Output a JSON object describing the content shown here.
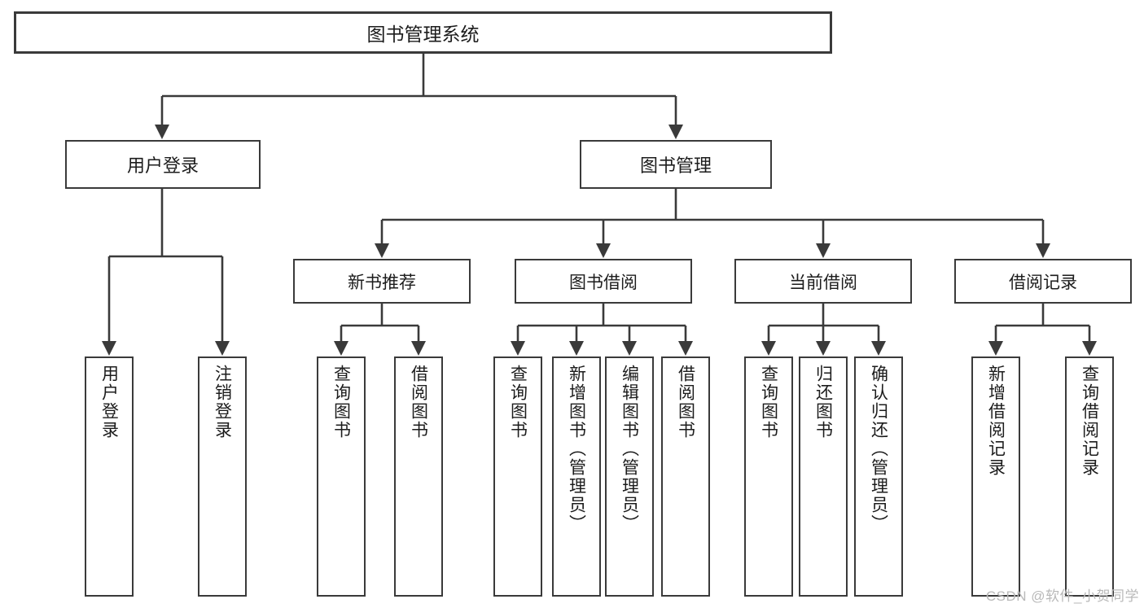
{
  "diagram": {
    "title": "图书管理系统",
    "type": "tree-hierarchy-flowchart",
    "orientation": "top-down",
    "colors": {
      "stroke": "#3a3a3a",
      "fill": "#ffffff",
      "text": "#1c1c1c",
      "watermark": "#b9b9b9"
    },
    "root": {
      "label": "图书管理系统"
    },
    "level2": [
      {
        "label": "用户登录"
      },
      {
        "label": "图书管理"
      }
    ],
    "level3": [
      {
        "label": "新书推荐"
      },
      {
        "label": "图书借阅"
      },
      {
        "label": "当前借阅"
      },
      {
        "label": "借阅记录"
      }
    ],
    "leaves": {
      "user_login": [
        {
          "label": "用户登录"
        },
        {
          "label": "注销登录"
        }
      ],
      "new_book": [
        {
          "label": "查询图书"
        },
        {
          "label": "借阅图书"
        }
      ],
      "borrow_book": [
        {
          "label": "查询图书"
        },
        {
          "label": "新增图书（管理员）"
        },
        {
          "label": "编辑图书（管理员）"
        },
        {
          "label": "借阅图书"
        }
      ],
      "current_borrow": [
        {
          "label": "查询图书"
        },
        {
          "label": "归还图书"
        },
        {
          "label": "确认归还（管理员）"
        }
      ],
      "borrow_record": [
        {
          "label": "新增借阅记录"
        },
        {
          "label": "查询借阅记录"
        }
      ]
    }
  },
  "watermark": {
    "text": "CSDN @软件_小贺同学"
  }
}
